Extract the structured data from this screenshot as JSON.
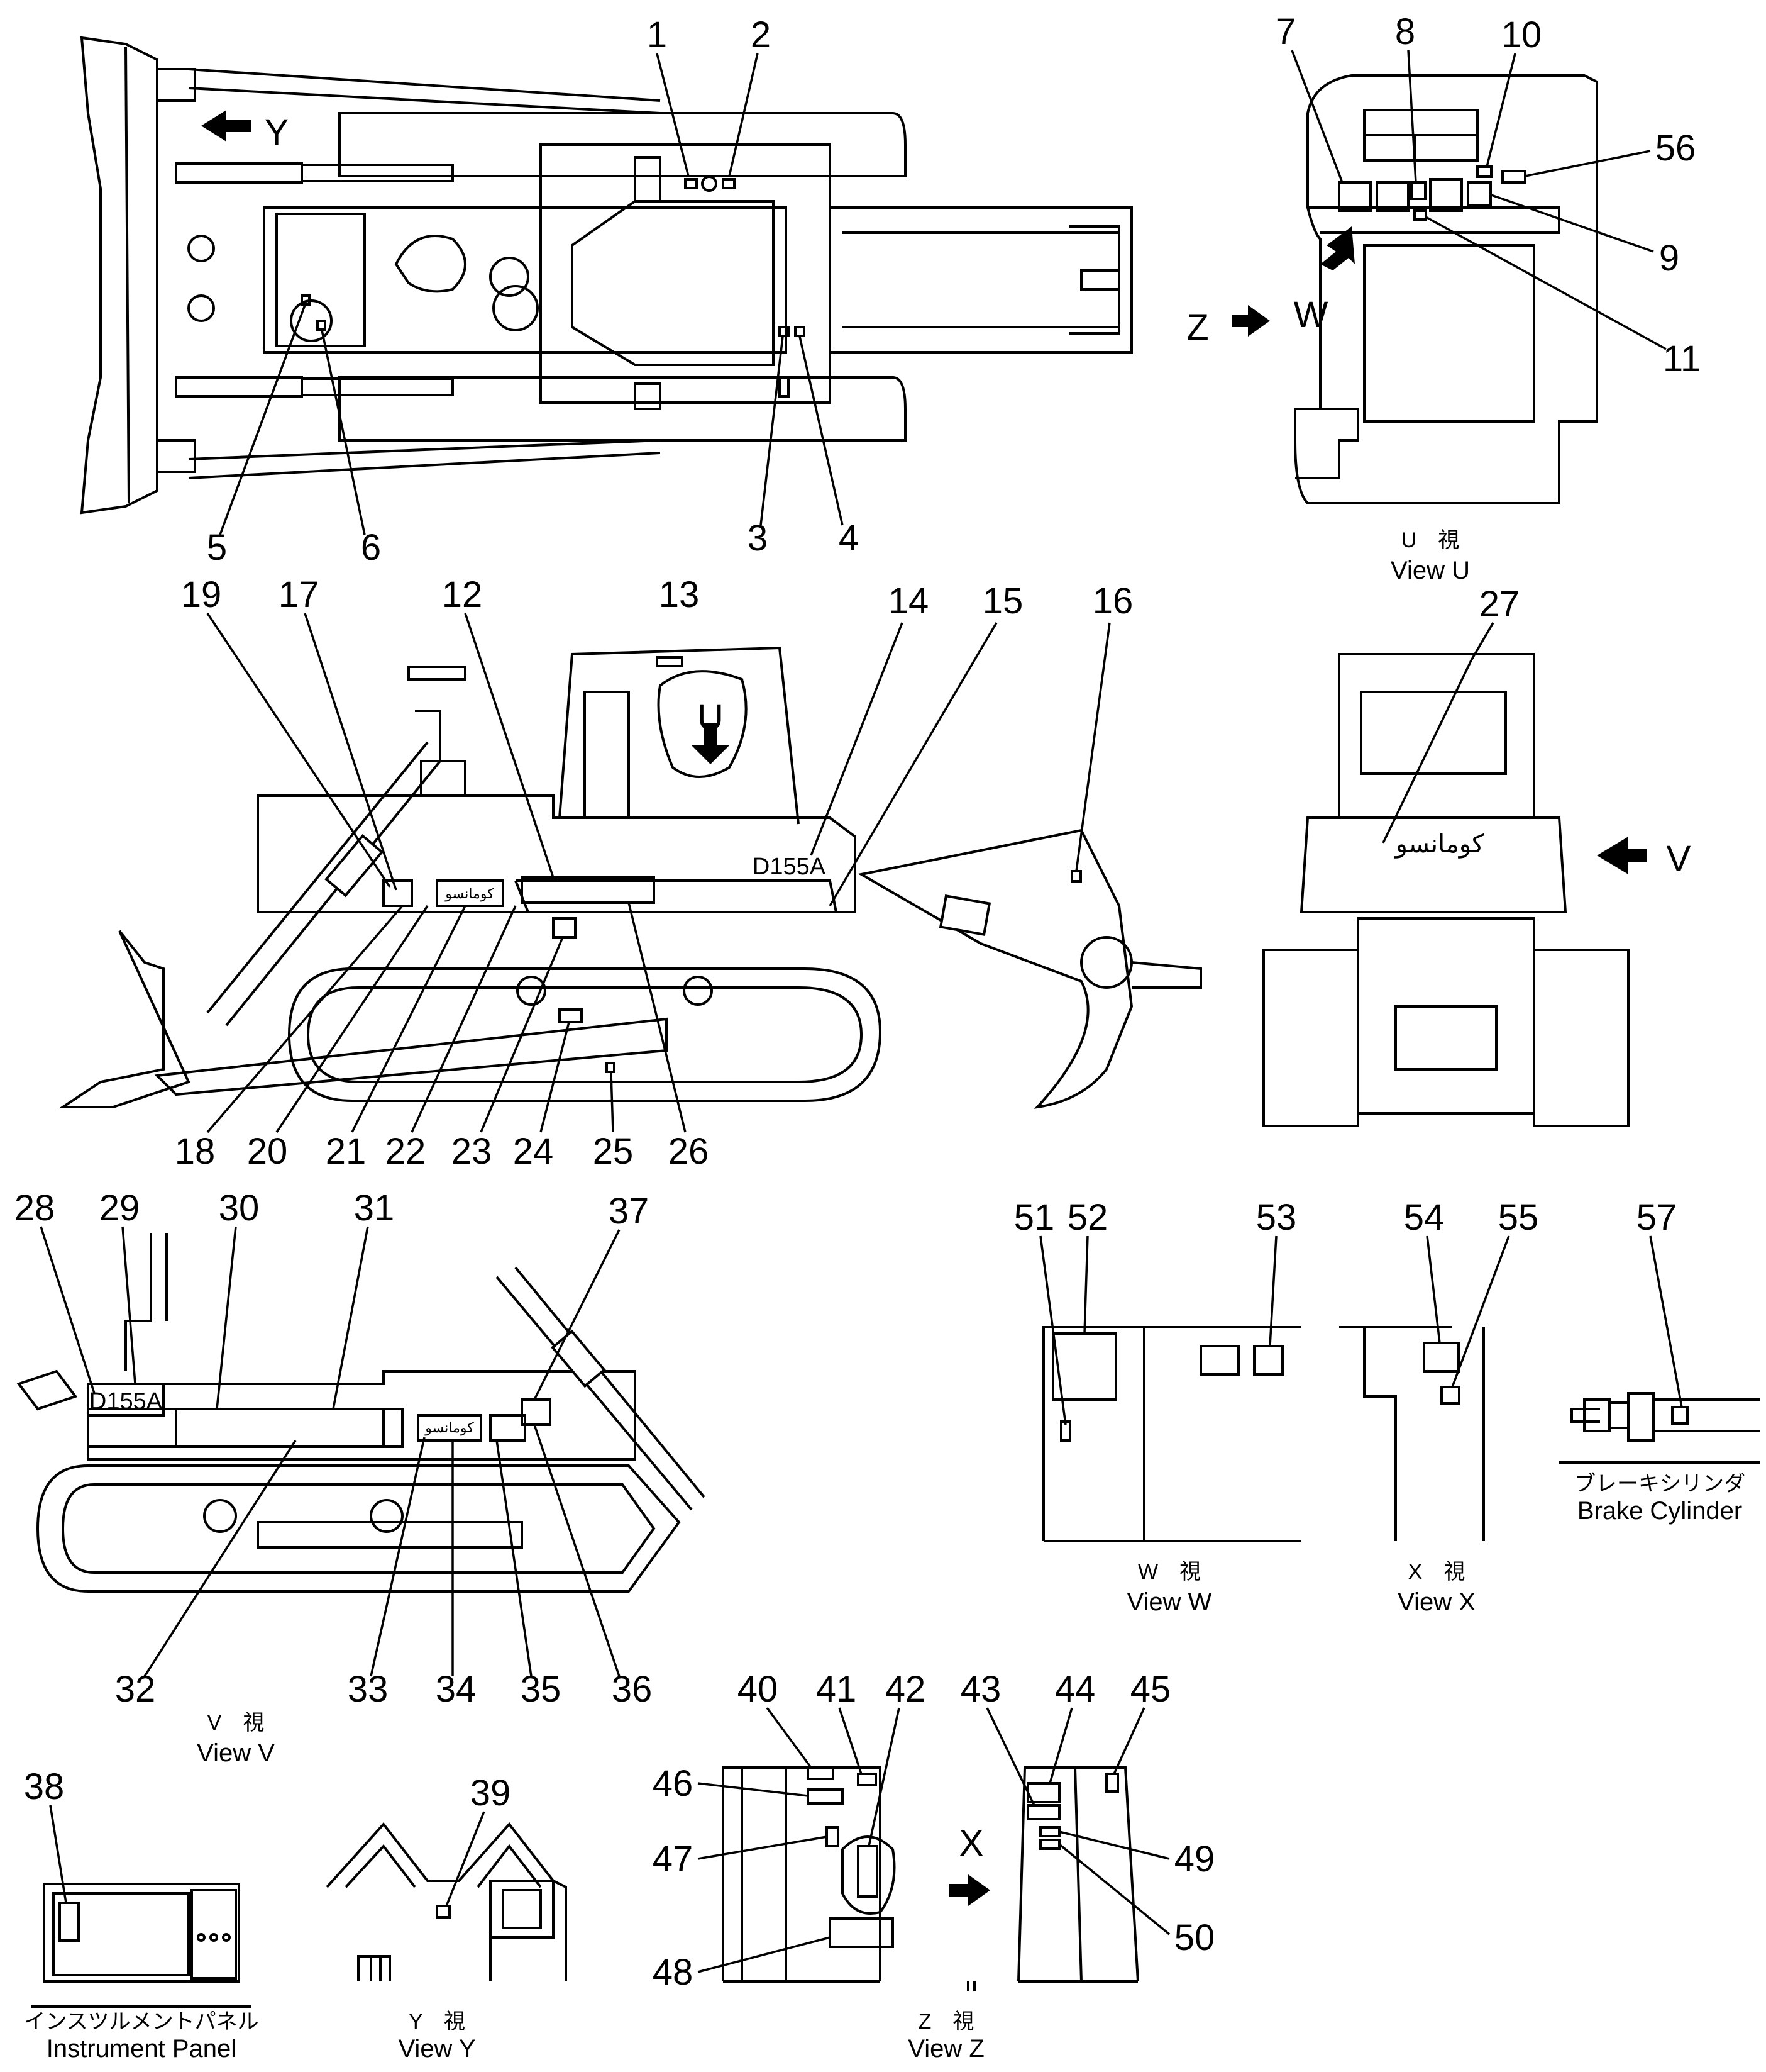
{
  "callouts": [
    "1",
    "2",
    "3",
    "4",
    "5",
    "6",
    "7",
    "8",
    "9",
    "10",
    "11",
    "12",
    "13",
    "14",
    "15",
    "16",
    "17",
    "18",
    "19",
    "20",
    "21",
    "22",
    "23",
    "24",
    "25",
    "26",
    "27",
    "28",
    "29",
    "30",
    "31",
    "32",
    "33",
    "34",
    "35",
    "36",
    "37",
    "38",
    "39",
    "40",
    "41",
    "42",
    "43",
    "44",
    "45",
    "46",
    "47",
    "48",
    "49",
    "50",
    "51",
    "52",
    "53",
    "54",
    "55",
    "56",
    "57"
  ],
  "views": {
    "u": {
      "jp": "U　視",
      "en": "View  U"
    },
    "v": {
      "jp": "V　視",
      "en": "View  V"
    },
    "w": {
      "jp": "W　視",
      "en": "View  W"
    },
    "x": {
      "jp": "X　視",
      "en": "View  X"
    },
    "y": {
      "jp": "Y　視",
      "en": "View  Y"
    },
    "z": {
      "jp": "Z　視",
      "en": "View  Z"
    }
  },
  "arrow_letters": {
    "y": "Y",
    "u": "U",
    "v": "V",
    "w": "W",
    "z": "Z",
    "x": "X"
  },
  "model_label": "D155A",
  "brand_text": "کومانسو",
  "panels": {
    "instrument": {
      "jp": "インスツルメントパネル",
      "en": "Instrument   Panel"
    },
    "brake": {
      "jp": "ブレーキシリンダ",
      "en": "Brake   Cylinder"
    }
  }
}
